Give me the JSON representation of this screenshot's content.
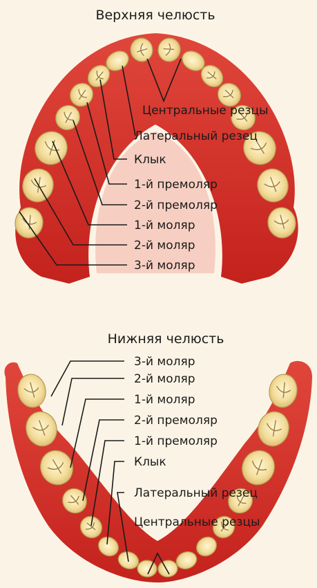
{
  "colors": {
    "background": "#fbf4e6",
    "gum": "#d9302a",
    "gum_light": "#f08a7c",
    "tooth": "#f6e7b5",
    "tooth_shade": "#e2c57c"
  },
  "upper_jaw": {
    "title": "Верхняя челюсть",
    "labels": [
      "Центральные резцы",
      "Латеральный резец",
      "Клык",
      "1-й премоляр",
      "2-й премоляр",
      "1-й моляр",
      "2-й моляр",
      "3-й моляр"
    ]
  },
  "lower_jaw": {
    "title": "Нижняя челюсть",
    "labels": [
      "3-й моляр",
      "2-й моляр",
      "1-й моляр",
      "2-й премоляр",
      "1-й премоляр",
      "Клык",
      "Латеральный резец",
      "Центральные резцы"
    ]
  }
}
